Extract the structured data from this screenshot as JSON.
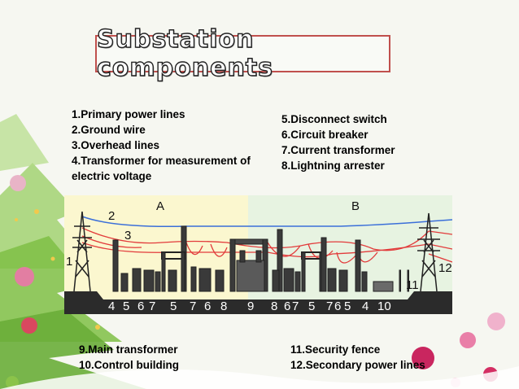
{
  "slide": {
    "title": "Substation components",
    "list_left_top": [
      "1.Primary power lines",
      "2.Ground wire",
      "3.Overhead lines",
      "4.Transformer for measurement of",
      "electric voltage"
    ],
    "list_right_top": [
      "5.Disconnect switch",
      "6.Circuit breaker",
      "7.Current transformer",
      "8.Lightning arrester"
    ],
    "list_left_bottom": [
      "9.Main transformer",
      "10.Control building"
    ],
    "list_right_bottom": [
      "11.Security fence",
      "12.Secondary power lines"
    ]
  },
  "diagram": {
    "section_a": "A",
    "section_b": "B",
    "callouts": {
      "c1": "1",
      "c2": "2",
      "c3": "3",
      "c11": "11",
      "c12": "12"
    },
    "bottom_numbers": [
      "4",
      "5",
      "6",
      "7",
      "5",
      "7",
      "6",
      "8",
      "9",
      "8",
      "6",
      "7",
      "5",
      "7",
      "6",
      "5",
      "4",
      "10"
    ]
  },
  "colors": {
    "title_border": "#c0504d",
    "zone_a": "#fbf7cf",
    "zone_b": "#e7f3e1",
    "ground_wire": "#3b6fd9",
    "overhead_lines": "#e23b3b",
    "tree_green": "#7fbf45"
  }
}
